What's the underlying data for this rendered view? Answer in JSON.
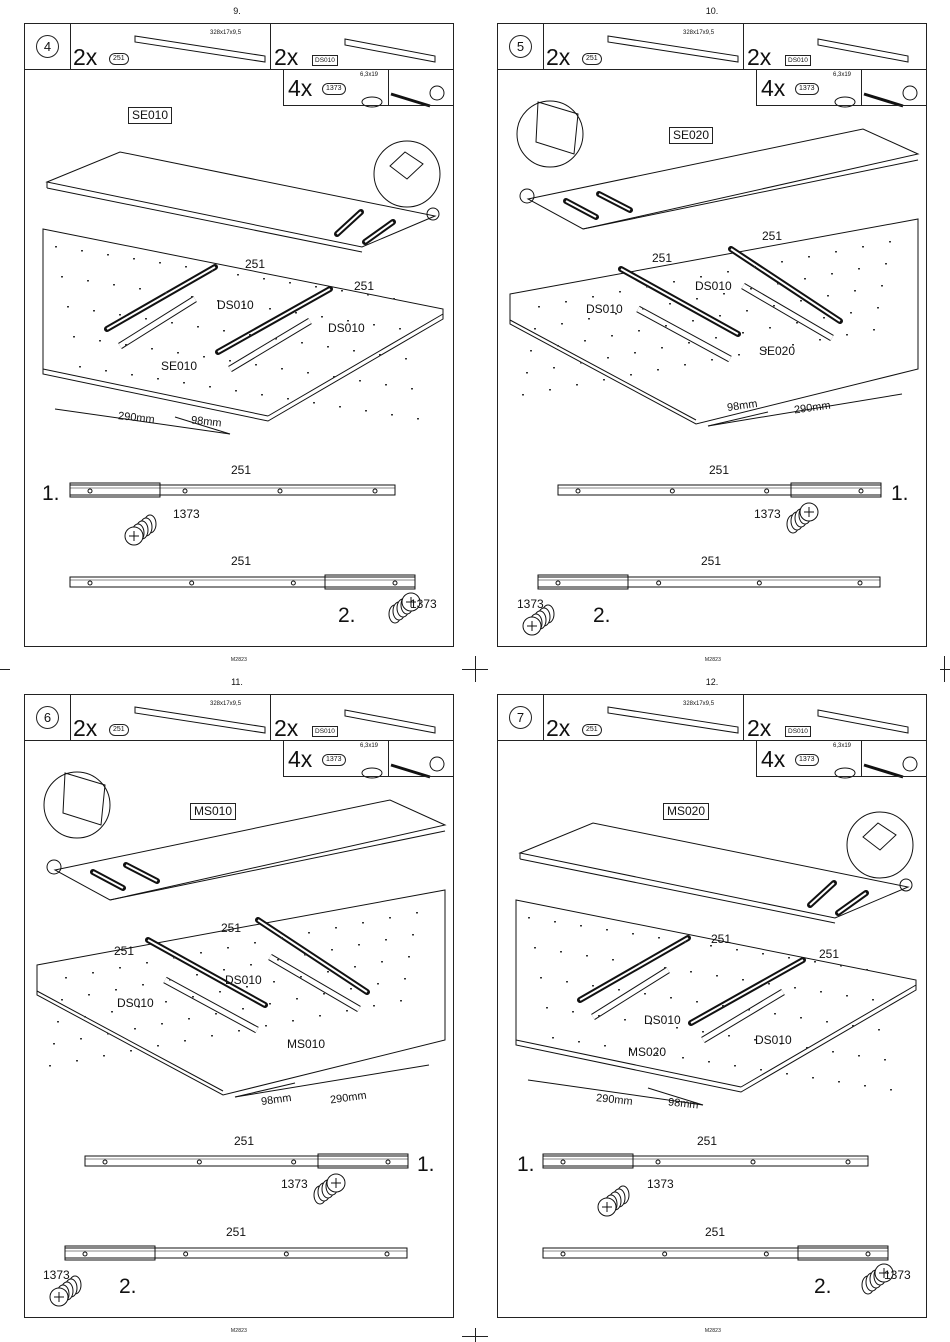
{
  "pages": [
    {
      "page_number": "9.",
      "step": "4",
      "code": "M2823",
      "qty_rail": "2x",
      "rail_part": "251",
      "rail_dim": "328x17x9,5",
      "qty_strip": "2x",
      "strip_part": "DS010",
      "qty_screw": "4x",
      "screw_part": "1373",
      "screw_dim": "6,3x19",
      "panel_label": "SE010",
      "callouts": [
        "251",
        "251",
        "DS010",
        "DS010",
        "SE010"
      ],
      "dims": [
        "290mm",
        "98mm"
      ],
      "detail_rail_label_1": "251",
      "detail_rail_label_2": "251",
      "screw_label_1": "1373",
      "screw_label_2": "1373",
      "step_1": "1.",
      "step_2": "2."
    },
    {
      "page_number": "10.",
      "step": "5",
      "code": "M2823",
      "qty_rail": "2x",
      "rail_part": "251",
      "rail_dim": "328x17x9,5",
      "qty_strip": "2x",
      "strip_part": "DS010",
      "qty_screw": "4x",
      "screw_part": "1373",
      "screw_dim": "6,3x19",
      "panel_label": "SE020",
      "callouts": [
        "251",
        "251",
        "DS010",
        "DS010",
        "SE020"
      ],
      "dims": [
        "98mm",
        "290mm"
      ],
      "detail_rail_label_1": "251",
      "detail_rail_label_2": "251",
      "screw_label_1": "1373",
      "screw_label_2": "1373",
      "step_1": "1.",
      "step_2": "2."
    },
    {
      "page_number": "11.",
      "step": "6",
      "code": "M2823",
      "qty_rail": "2x",
      "rail_part": "251",
      "rail_dim": "328x17x9,5",
      "qty_strip": "2x",
      "strip_part": "DS010",
      "qty_screw": "4x",
      "screw_part": "1373",
      "screw_dim": "6,3x19",
      "panel_label": "MS010",
      "callouts": [
        "251",
        "251",
        "DS010",
        "DS010",
        "MS010"
      ],
      "dims": [
        "98mm",
        "290mm"
      ],
      "detail_rail_label_1": "251",
      "detail_rail_label_2": "251",
      "screw_label_1": "1373",
      "screw_label_2": "1373",
      "step_1": "1.",
      "step_2": "2."
    },
    {
      "page_number": "12.",
      "step": "7",
      "code": "M2823",
      "qty_rail": "2x",
      "rail_part": "251",
      "rail_dim": "328x17x9,5",
      "qty_strip": "2x",
      "strip_part": "DS010",
      "qty_screw": "4x",
      "screw_part": "1373",
      "screw_dim": "6,3x19",
      "panel_label": "MS020",
      "callouts": [
        "251",
        "251",
        "DS010",
        "DS010",
        "MS020"
      ],
      "dims": [
        "290mm",
        "98mm"
      ],
      "detail_rail_label_1": "251",
      "detail_rail_label_2": "251",
      "screw_label_1": "1373",
      "screw_label_2": "1373",
      "step_1": "1.",
      "step_2": "2."
    }
  ]
}
